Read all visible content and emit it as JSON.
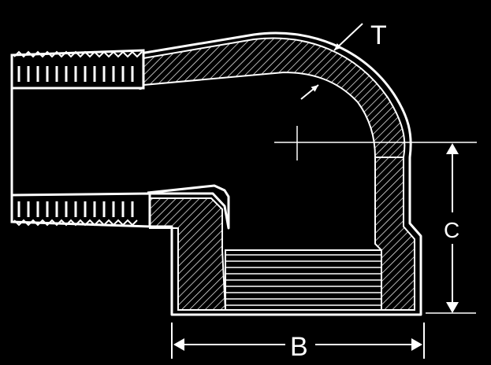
{
  "labels": {
    "thickness": "T",
    "center_to_end": "C",
    "width": "B"
  },
  "colors": {
    "background": "#000000",
    "ink": "#ffffff"
  }
}
